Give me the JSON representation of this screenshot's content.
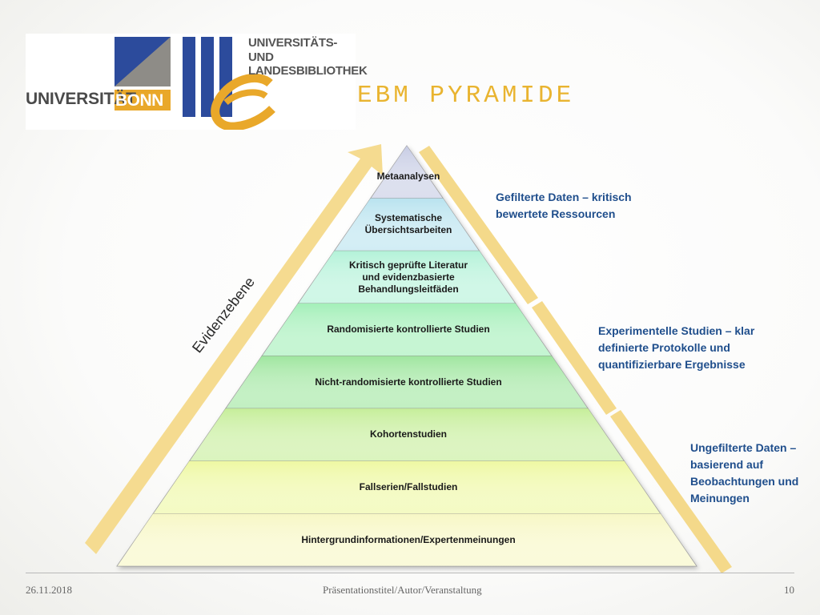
{
  "logo": {
    "university_prefix": "UNIVERSITÄT",
    "university_city": "BONN",
    "library_line1": "UNIVERSITÄTS-",
    "library_line2": "UND LANDESBIBLIOTHEK"
  },
  "title": "EBM PYRAMIDE",
  "pyramid": {
    "levels": [
      "Metaanalysen",
      "Systematische\nÜbersichtsarbeiten",
      "Kritisch geprüfte Literatur\nund evidenzbasierte\nBehandlungsleitfäden",
      "Randomisierte kontrollierte Studien",
      "Nicht-randomisierte kontrollierte Studien",
      "Kohortenstudien",
      "Fallserien/Fallstudien",
      "Hintergrundinformationen/Expertenmeinungen"
    ],
    "level_colors": [
      "#c7cce4",
      "#b9e3ef",
      "#b3f2d8",
      "#a3efb8",
      "#9fe69f",
      "#c6ee9a",
      "#eef8a2",
      "#f7f7c4"
    ],
    "axis_label": "Evidenzebene",
    "bracket_color": "#f4d98a"
  },
  "annotations": {
    "filtered": "Gefilterte Daten – kritisch\nbewertete Ressourcen",
    "experimental": "Experimentelle Studien – klar\ndefinierte Protokolle und\nquantifizierbare Ergebnisse",
    "unfiltered": "Ungefilterte Daten –\nbasierend auf\nBeobachtungen und\nMeinungen"
  },
  "footer": {
    "date": "26.11.2018",
    "center": "Präsentationstitel/Autor/Veranstaltung",
    "page": "10"
  }
}
